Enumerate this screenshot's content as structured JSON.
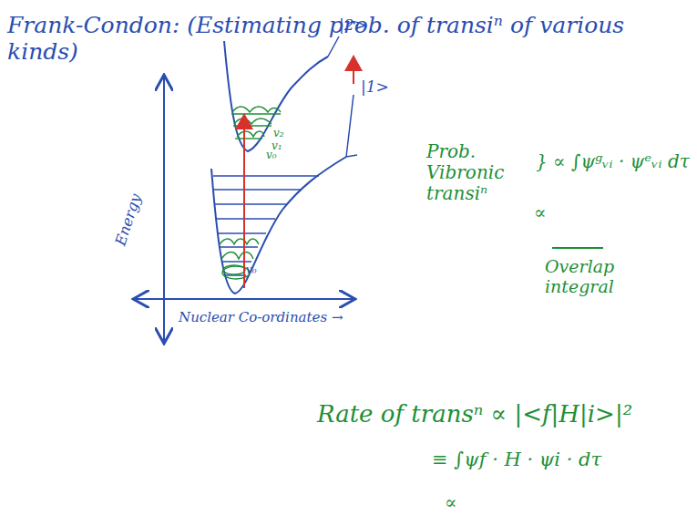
{
  "diagram": {
    "title": "Frank-Condon: (Estimating prob. of transiⁿ of various kinds)",
    "labels": [
      "|2>",
      "|1>",
      "v₂",
      "v₁",
      "v₀",
      "v₀",
      "Energy",
      "Nuclear Co-ordinates →",
      "Prob. Vibronic transiⁿ",
      "} ∝ ∫ψᵍᵥᵢ · ψᵉᵥᵢ dτ",
      "∝",
      "Overlap integral",
      "Rate of transⁿ ∝ |<f|H|i>|²",
      "≡ ∫ψf · H · ψi · dτ",
      "∝"
    ]
  }
}
